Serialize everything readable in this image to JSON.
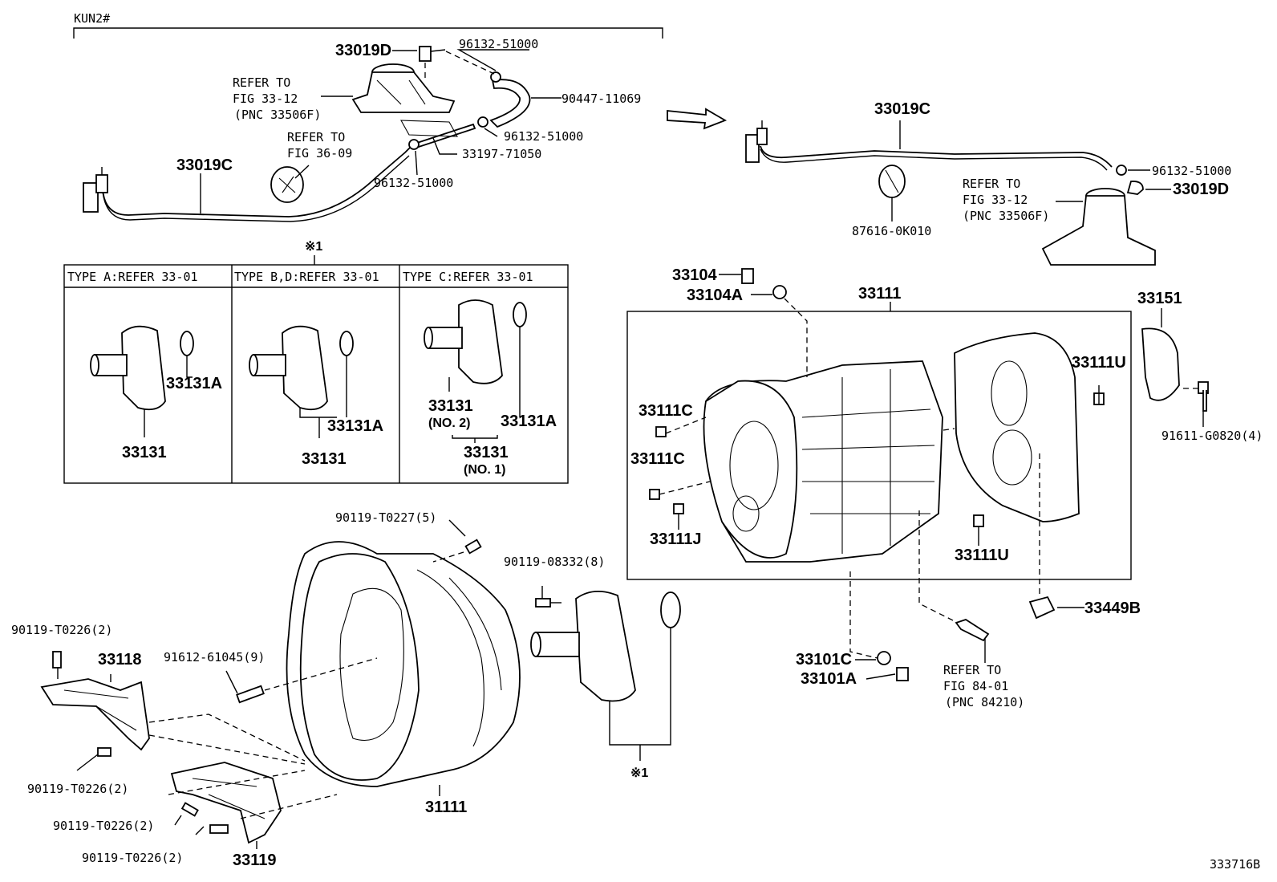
{
  "header": {
    "model": "KUN2#",
    "note_mark": "※1",
    "diagram_id": "333716B"
  },
  "type_table": {
    "a_header": "TYPE  A:REFER  33-01",
    "bd_header": "TYPE  B,D:REFER  33-01",
    "c_header": "TYPE  C:REFER  33-01",
    "a_seal": "33131A",
    "a_cover": "33131",
    "bd_seal": "33131A",
    "bd_cover": "33131",
    "c_cover_no2": "33131",
    "c_no2": "(NO. 2)",
    "c_seal": "33131A",
    "c_cover_no1": "33131",
    "c_no1": "(NO. 1)"
  },
  "left_top": {
    "p33019D": "33019D",
    "p96132_a": "96132-51000",
    "p90447": "90447-11069",
    "p96132_b": "96132-51000",
    "p33197": "33197-71050",
    "p96132_c": "96132-51000",
    "p33019C": "33019C",
    "refer1_a": "REFER  TO",
    "refer1_b": "FIG  33-12",
    "refer1_c": "(PNC  33506F)",
    "refer2_a": "REFER  TO",
    "refer2_b": "FIG  36-09"
  },
  "right_top": {
    "p33019C": "33019C",
    "p96132": "96132-51000",
    "p33019D": "33019D",
    "p87616": "87616-0K010",
    "refer_a": "REFER  TO",
    "refer_b": "FIG  33-12",
    "refer_c": "(PNC  33506F)"
  },
  "case_group": {
    "p33104": "33104",
    "p33104A": "33104A",
    "p33111": "33111",
    "p33151": "33151",
    "p33111U_a": "33111U",
    "p91611": "91611-G0820(4)",
    "p33111C_a": "33111C",
    "p33111C_b": "33111C",
    "p33111J": "33111J",
    "p33111U_b": "33111U",
    "p33449B": "33449B",
    "p33101C": "33101C",
    "p33101A": "33101A",
    "refer_a": "REFER  TO",
    "refer_b": "FIG  84-01",
    "refer_c": "(PNC  84210)"
  },
  "bottom": {
    "p90119_T0227": "90119-T0227(5)",
    "p90119_08332": "90119-08332(8)",
    "p90119_T0226_a": "90119-T0226(2)",
    "p33118": "33118",
    "p91612": "91612-61045(9)",
    "p90119_T0226_b": "90119-T0226(2)",
    "p90119_T0226_c": "90119-T0226(2)",
    "p90119_T0226_d": "90119-T0226(2)",
    "p33119": "33119",
    "p31111": "31111",
    "note_mark": "※1"
  }
}
